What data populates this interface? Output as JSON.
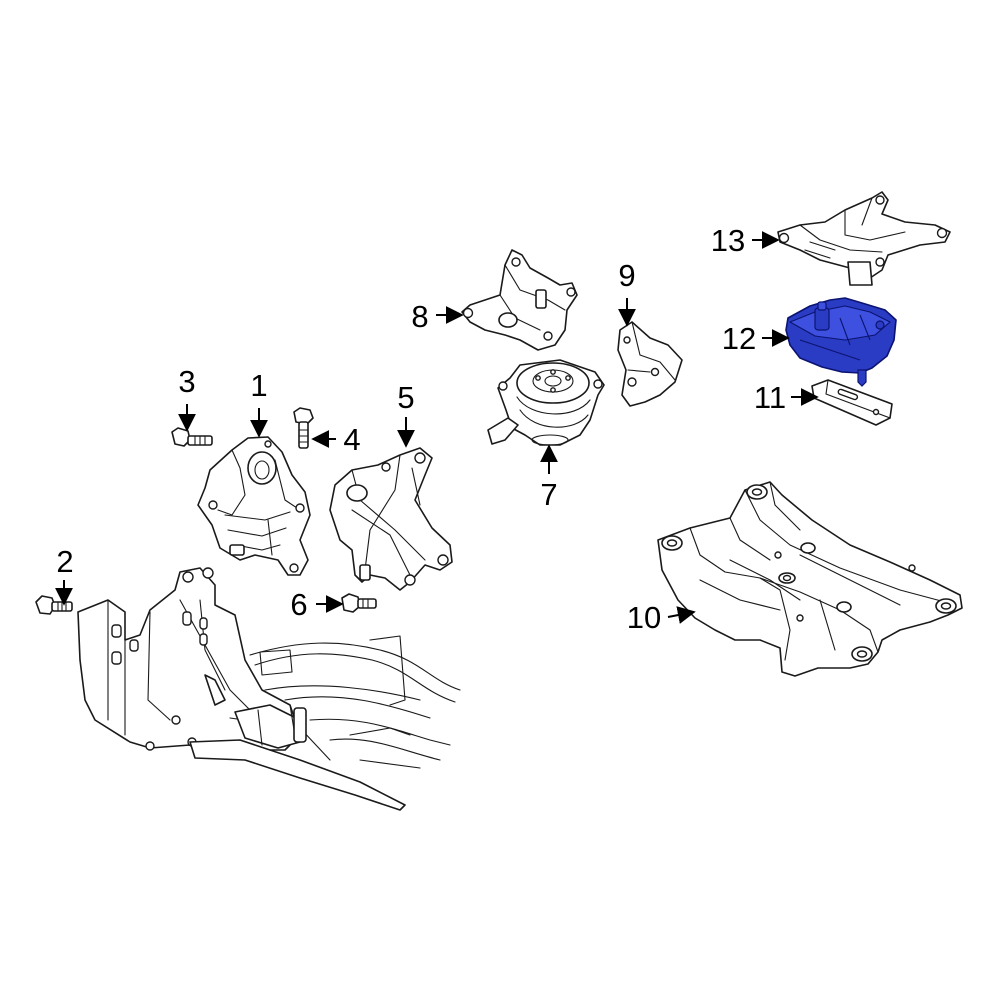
{
  "callouts": [
    {
      "id": "1",
      "label": "1"
    },
    {
      "id": "2",
      "label": "2"
    },
    {
      "id": "3",
      "label": "3"
    },
    {
      "id": "4",
      "label": "4"
    },
    {
      "id": "5",
      "label": "5"
    },
    {
      "id": "6",
      "label": "6"
    },
    {
      "id": "7",
      "label": "7"
    },
    {
      "id": "8",
      "label": "8"
    },
    {
      "id": "9",
      "label": "9"
    },
    {
      "id": "10",
      "label": "10"
    },
    {
      "id": "11",
      "label": "11"
    },
    {
      "id": "12",
      "label": "12"
    },
    {
      "id": "13",
      "label": "13"
    }
  ],
  "highlight_part": "12",
  "colors": {
    "line": "#1a1a1a",
    "highlight_fill": "#2a3bc4",
    "highlight_stroke": "#0b1470",
    "background": "#ffffff"
  }
}
